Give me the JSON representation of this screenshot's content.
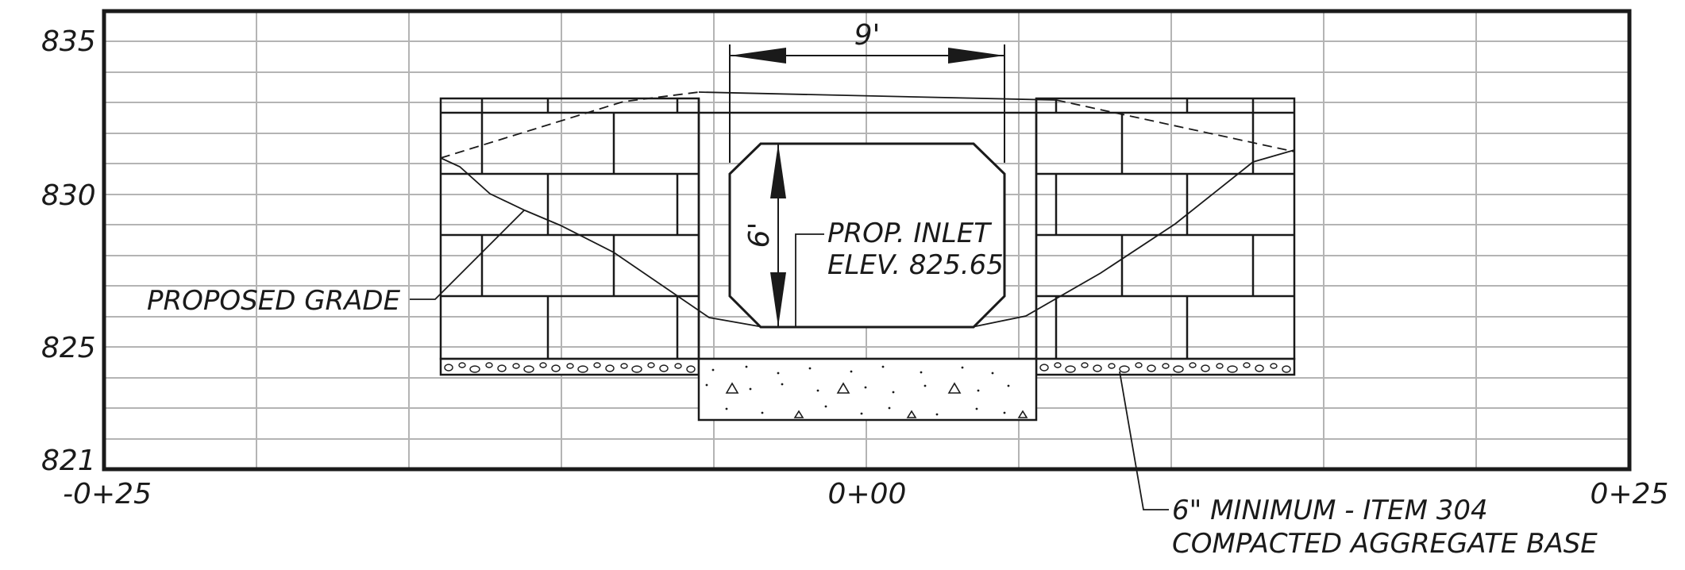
{
  "y_axis": {
    "ticks": [
      {
        "value": 835,
        "label": "835"
      },
      {
        "value": 830,
        "label": "830"
      },
      {
        "value": 825,
        "label": "825"
      },
      {
        "value": 821,
        "label": "821"
      }
    ]
  },
  "x_axis": {
    "ticks": [
      {
        "label": "-0+25"
      },
      {
        "label": "0+00"
      },
      {
        "label": "0+25"
      }
    ]
  },
  "dimensions": {
    "width_label": "9'",
    "height_label": "6'"
  },
  "annotations": {
    "inlet_line1": "PROP. INLET",
    "inlet_line2": "ELEV. 825.65",
    "proposed_grade": "PROPOSED GRADE",
    "base_line1": "6\" MINIMUM - ITEM 304",
    "base_line2": "COMPACTED AGGREGATE BASE"
  },
  "colors": {
    "grid": "#b4b4b4",
    "linework": "#1a1a1a",
    "background": "#ffffff"
  }
}
